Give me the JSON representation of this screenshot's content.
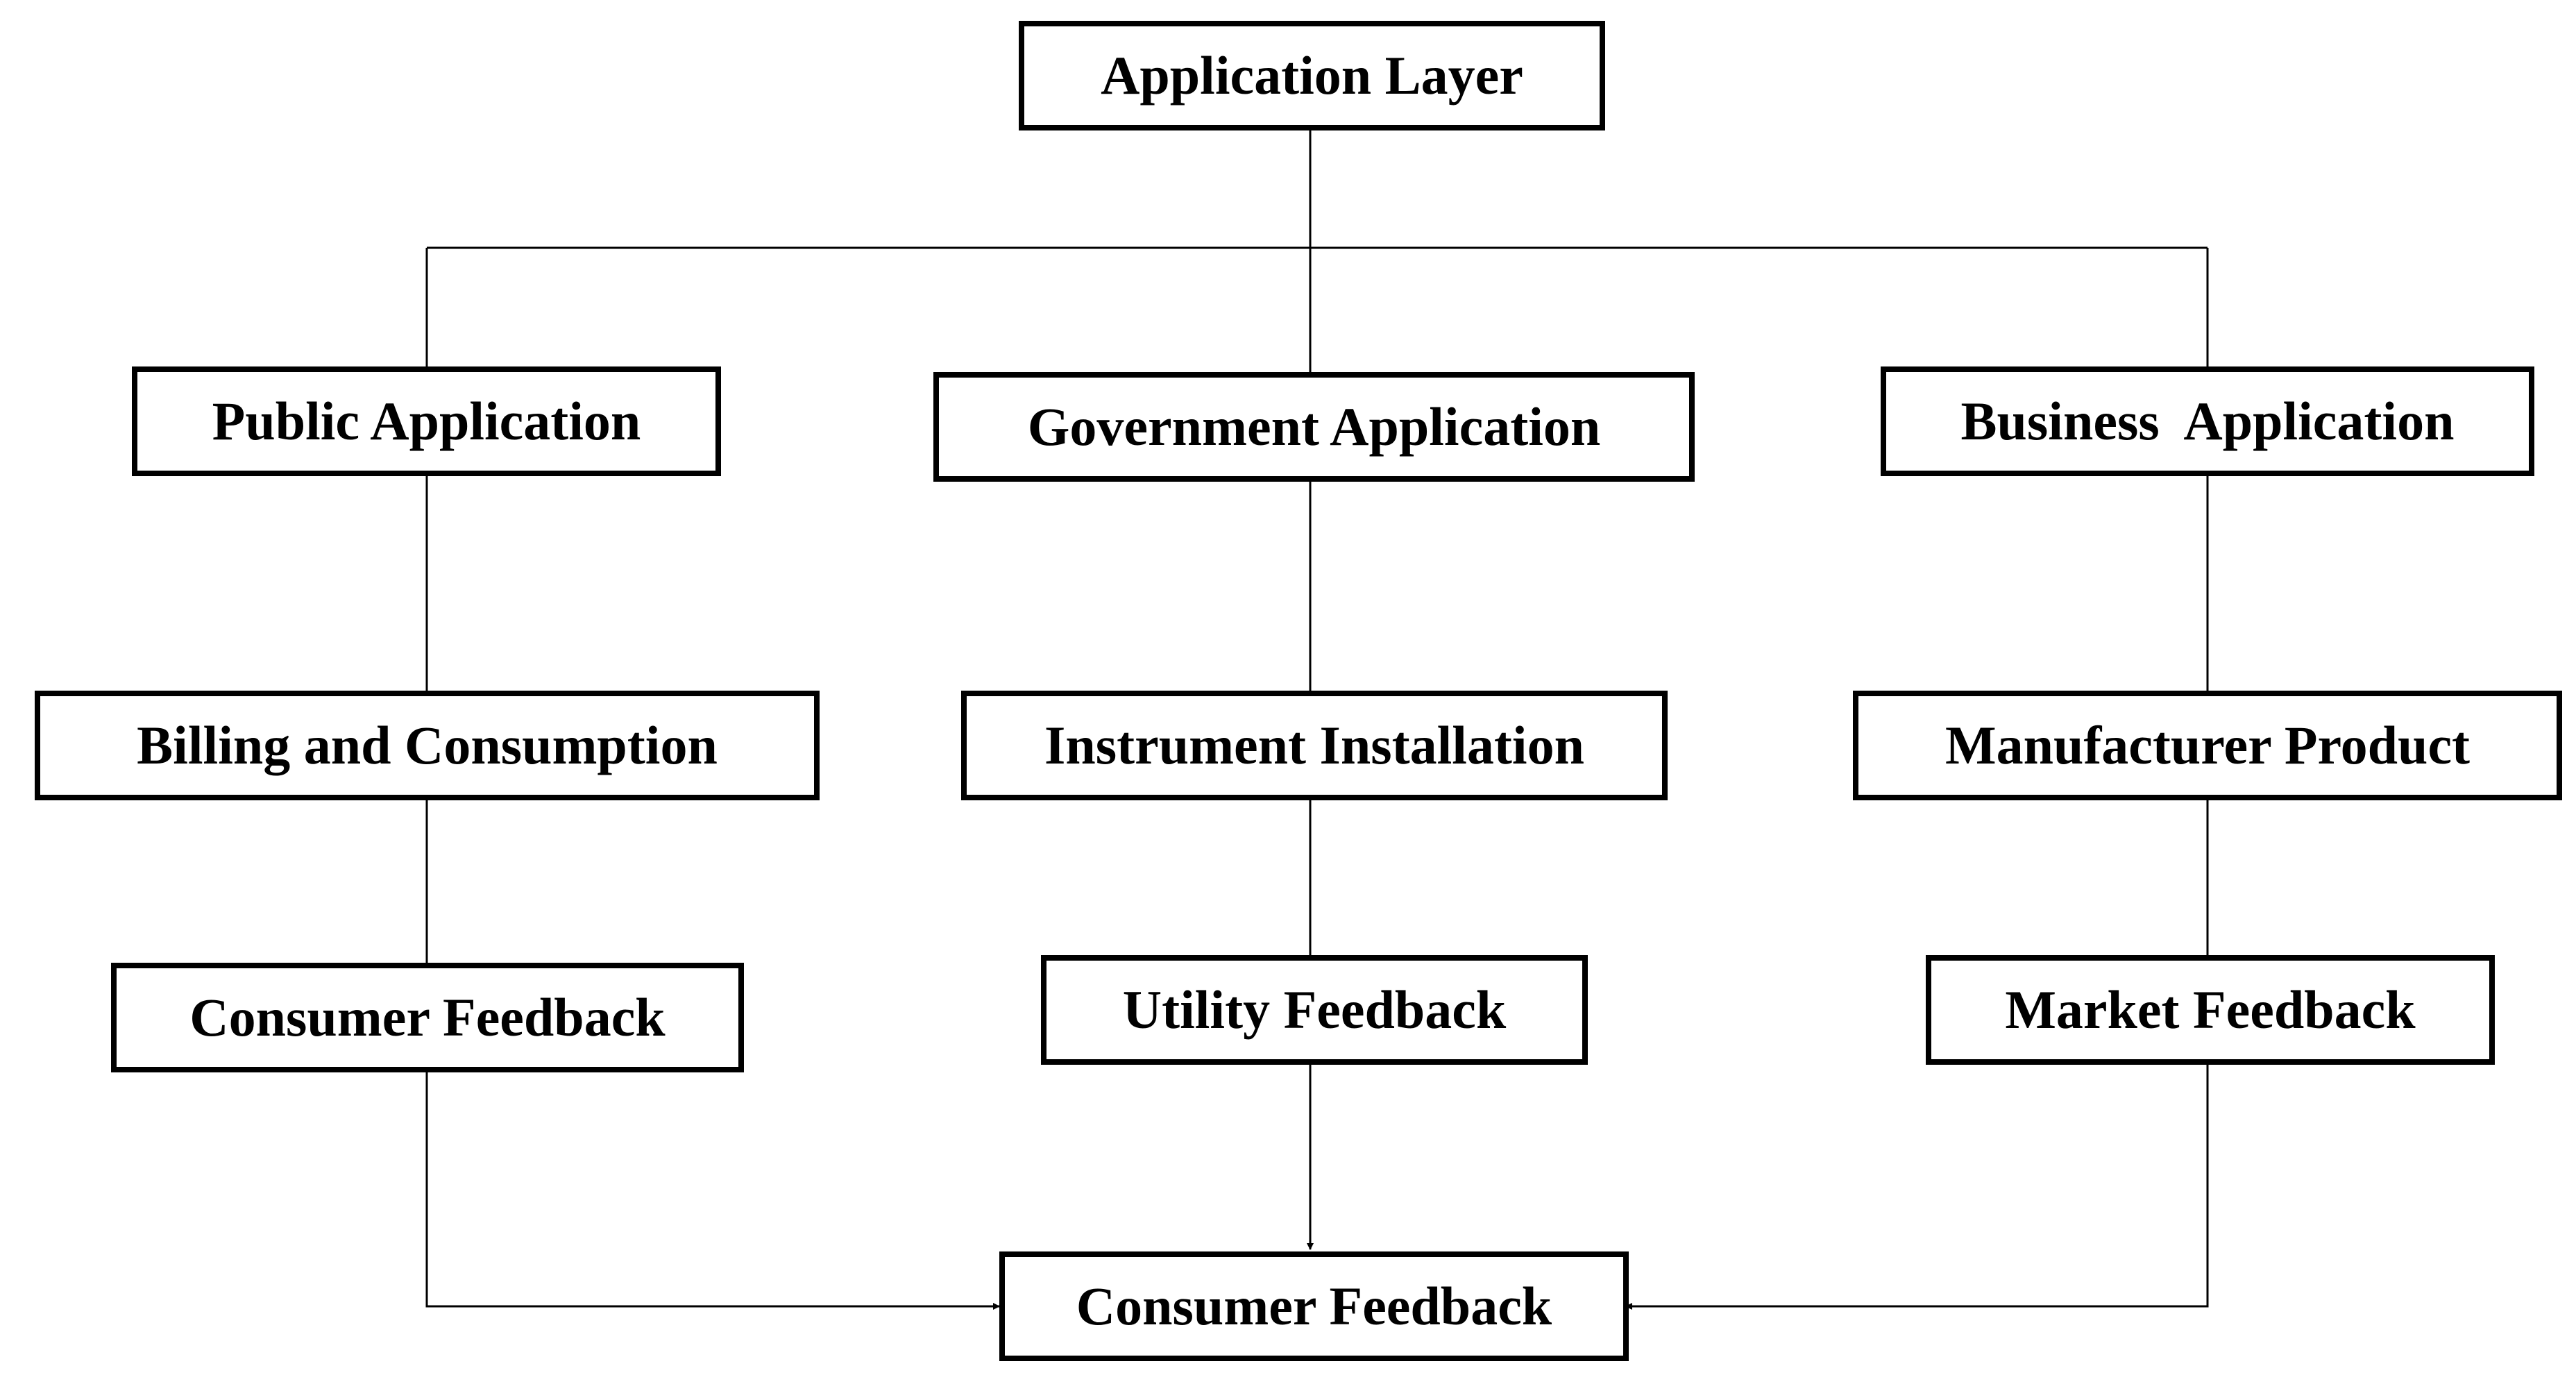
{
  "nodes": {
    "root": "Application Layer",
    "public": "Public Application",
    "government": "Government Application",
    "business": "Business  Application",
    "billing": "Billing and Consumption",
    "instrument": "Instrument Installation",
    "manufacturer": "Manufacturer Product",
    "consumer_feedback_left": "Consumer Feedback",
    "utility_feedback": "Utility Feedback",
    "market_feedback": "Market Feedback",
    "consumer_feedback_bottom": "Consumer Feedback"
  },
  "colors": {
    "line": "#000000",
    "box_border": "#000000",
    "background": "#ffffff"
  }
}
